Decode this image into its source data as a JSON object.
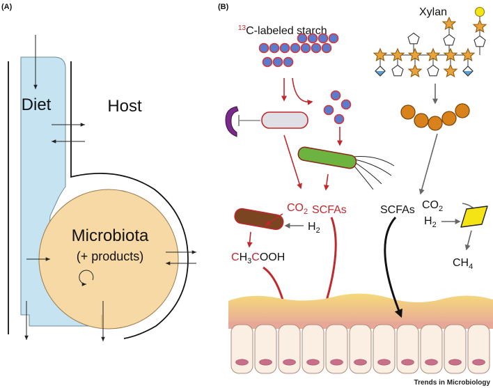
{
  "panel_a": {
    "label": "(A)",
    "diet": "Diet",
    "host": "Host",
    "microbiota": "Microbiota",
    "products": "(+ products)"
  },
  "panel_b": {
    "label": "(B)",
    "starch_sup": "13",
    "starch_label": "C-labeled starch",
    "xylan": "Xylan",
    "co2_left": {
      "main": "CO",
      "sub": "2"
    },
    "h2_left": {
      "main": "H",
      "sub": "2"
    },
    "scfas_left": "SCFAs",
    "acetic": {
      "c1": "C",
      "h3": "H",
      "sub3": "3",
      "c2": "C",
      "rest": "OOH"
    },
    "scfas_right": "SCFAs",
    "co2_right": {
      "main": "CO",
      "sub": "2"
    },
    "h2_right": {
      "main": "H",
      "sub": "2"
    },
    "ch4": {
      "main": "CH",
      "sub": "4"
    }
  },
  "credit": "Trends in Microbiology",
  "colors": {
    "diet_blue": "#c6e3f1",
    "microbiota_orange": "#f7d9a5",
    "red": "#c0282c",
    "gray": "#666666",
    "starch_blue": "#5b7ccc",
    "xylan_star": "#e8a33b",
    "orange_chain": "#d9821c",
    "bacterium_green": "#6cb33f",
    "archaea_yellow": "#f4e415"
  }
}
